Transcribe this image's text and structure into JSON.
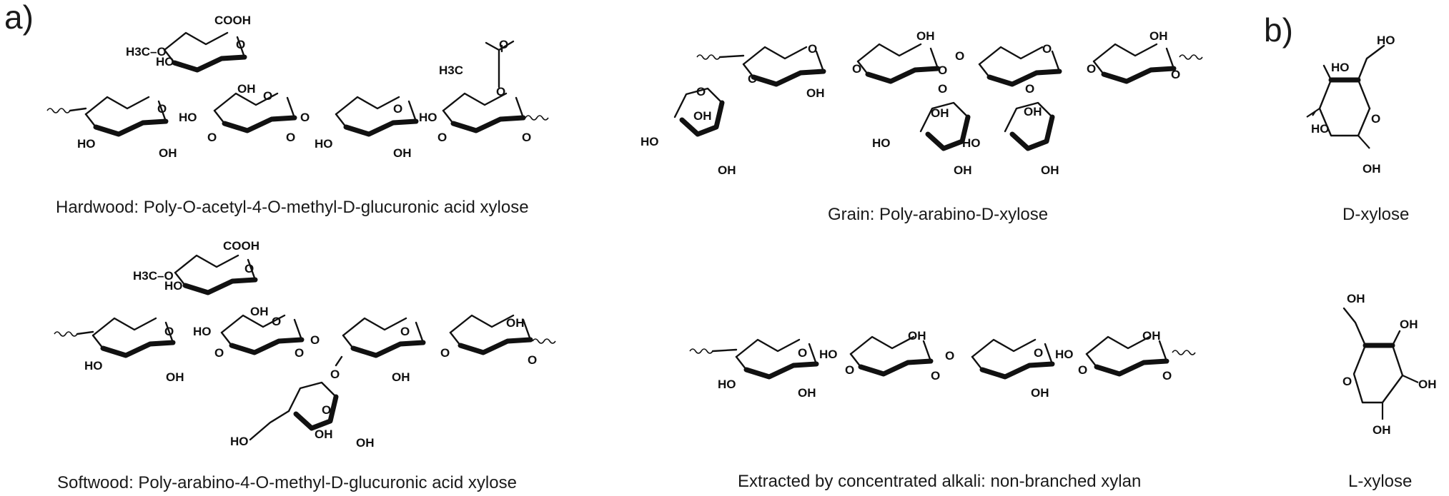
{
  "panels": {
    "a_label": "a)",
    "b_label": "b)"
  },
  "captions": {
    "hardwood": "Hardwood: Poly-O-acetyl-4-O-methyl-D-glucuronic acid xylose",
    "softwood": "Softwood: Poly-arabino-4-O-methyl-D-glucuronic acid xylose",
    "grain": "Grain: Poly-arabino-D-xylose",
    "alkali": "Extracted by concentrated alkali: non-branched xylan",
    "d_xylose": "D-xylose",
    "l_xylose": "L-xylose"
  },
  "atoms": {
    "oh": "HO",
    "oh_r": "OH",
    "o": "O",
    "cooh": "COOH",
    "methoxy": "H3C–O",
    "acetyl": "H3C"
  }
}
